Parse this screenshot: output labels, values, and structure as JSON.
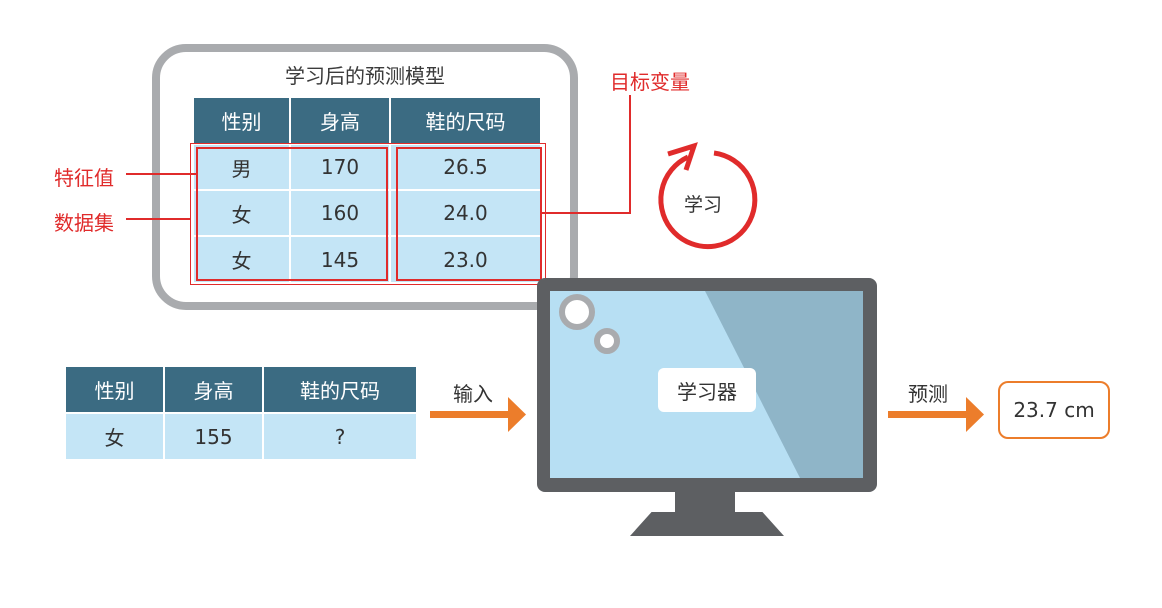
{
  "model": {
    "title": "学习后的预测模型",
    "headers": [
      "性别",
      "身高",
      "鞋的尺码"
    ],
    "rows": [
      [
        "男",
        "170",
        "26.5"
      ],
      [
        "女",
        "160",
        "24.0"
      ],
      [
        "女",
        "145",
        "23.0"
      ]
    ]
  },
  "annotations": {
    "feature": "特征值",
    "dataset": "数据集",
    "target": "目标变量"
  },
  "learn": {
    "label": "学习"
  },
  "input": {
    "headers": [
      "性别",
      "身高",
      "鞋的尺码"
    ],
    "row": [
      "女",
      "155",
      "?"
    ]
  },
  "flow": {
    "input_label": "输入",
    "learner_label": "学习器",
    "predict_label": "预测",
    "result": "23.7 cm"
  },
  "colors": {
    "header": "#3b6b82",
    "cell": "#c4e5f6",
    "red": "#e02b2b",
    "orange": "#ec7d2b",
    "monitor": "#5d5f62",
    "screen": "#b7dff3",
    "screen_shadow": "#8fb5c8",
    "bubble_border": "#a9abae"
  }
}
